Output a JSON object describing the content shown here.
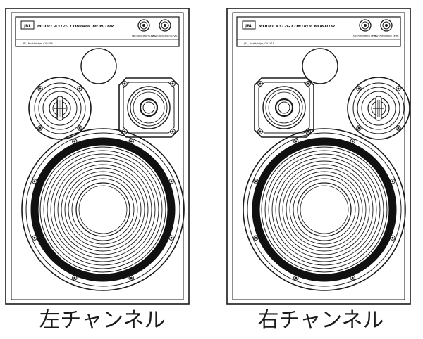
{
  "speakers": [
    {
      "id": "left",
      "brand": "JBL",
      "model": "MODEL 4312G CONTROL MONITOR",
      "address": "JBL, Northridge, CA USA",
      "knobs": [
        "MID FREQUENCY LEVEL",
        "HIGH FREQUENCY LEVEL"
      ],
      "caption": "左チャンネル"
    },
    {
      "id": "right",
      "brand": "JBL",
      "model": "MODEL 4312G CONTROL MONITOR",
      "address": "JBL, Northridge, CA USA",
      "knobs": [
        "MID FREQUENCY LEVEL",
        "HIGH FREQUENCY LEVEL"
      ],
      "caption": "右チャンネル"
    }
  ],
  "colors": {
    "line": "#1a1a1a",
    "fill": "#ffffff",
    "ring": "#111111"
  }
}
